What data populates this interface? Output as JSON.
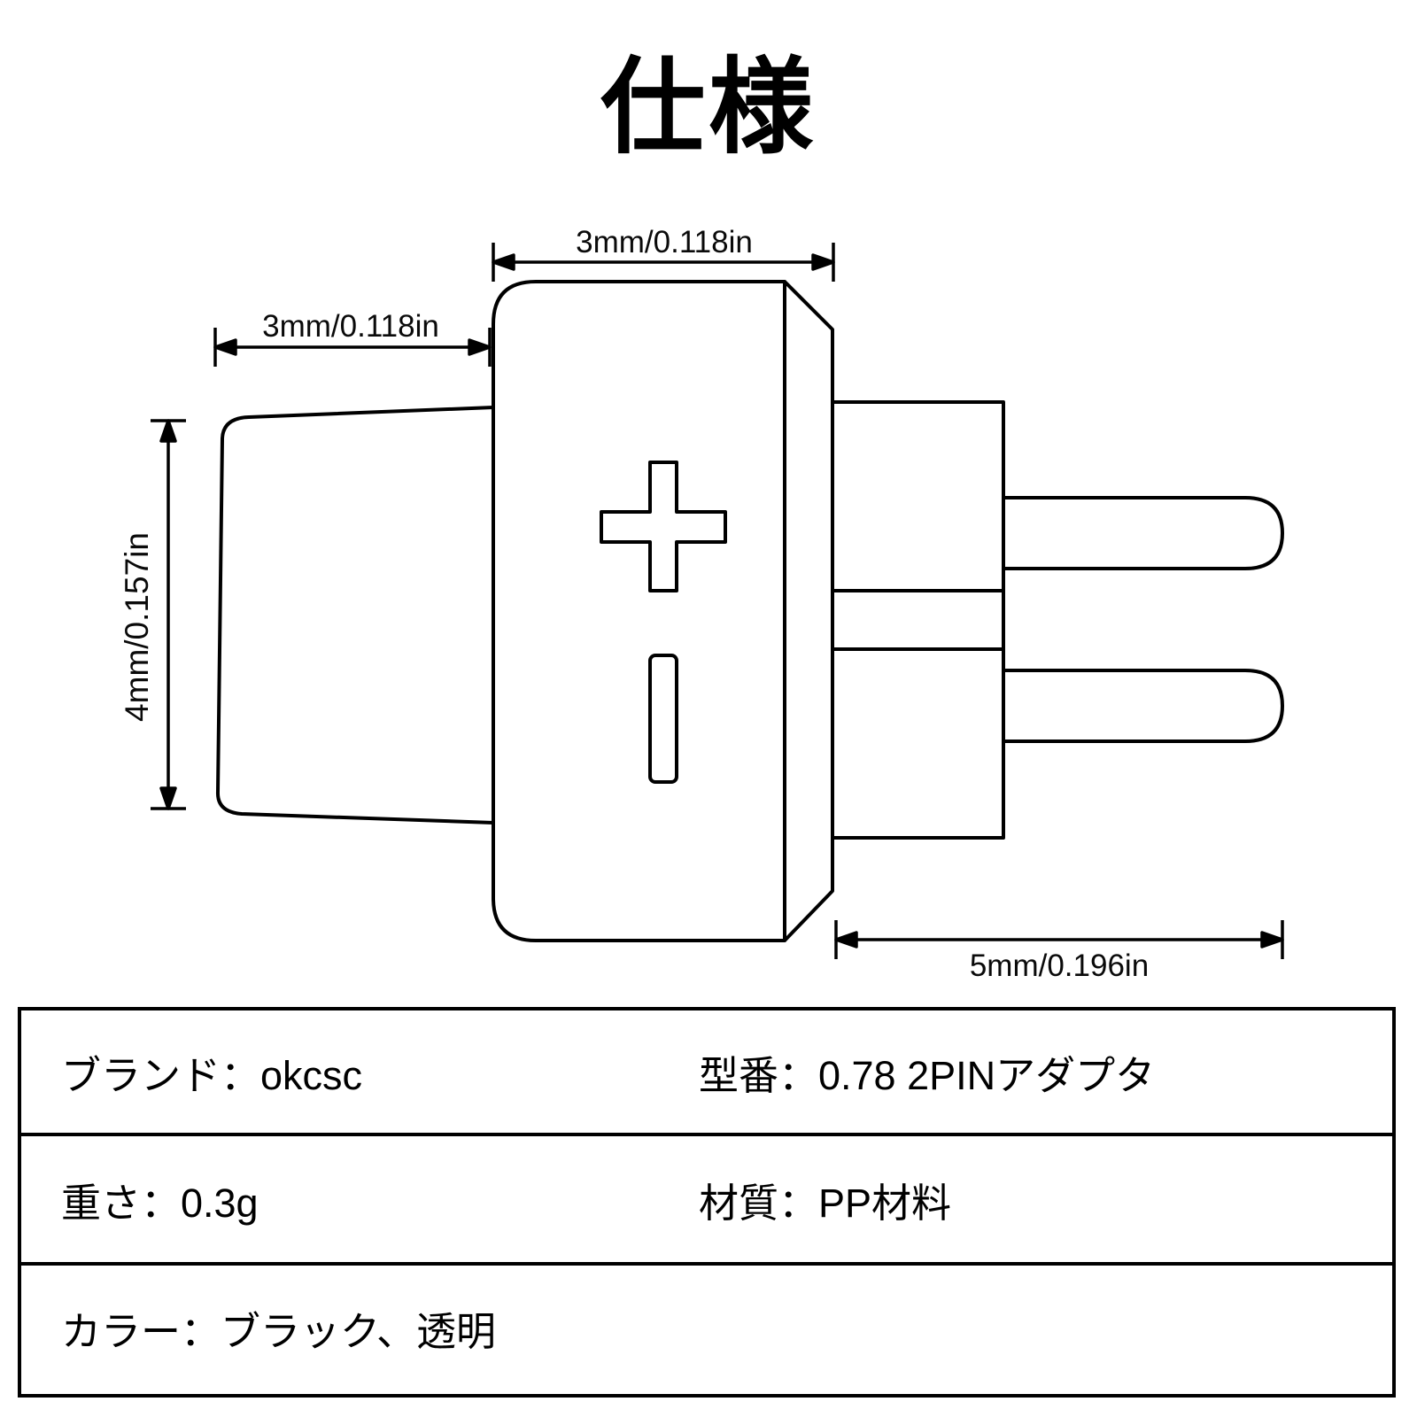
{
  "title": "仕様",
  "diagram": {
    "dims": {
      "body_width_top": "3mm/0.118in",
      "cap_width_left": "3mm/0.118in",
      "cap_height_left": "4mm/0.157in",
      "pin_length_bottom": "5mm/0.196in"
    },
    "symbols": {
      "positive_marking": "+",
      "negative_marking": "−"
    },
    "colors": {
      "line": "#000000",
      "background": "#ffffff"
    }
  },
  "table": {
    "rows": [
      {
        "left": "ブランド：okcsc",
        "right": "型番：0.78 2PINアダプタ"
      },
      {
        "left": "重さ：0.3g",
        "right": "材質：PP材料"
      },
      {
        "left": "カラー：ブラック、透明",
        "right": ""
      }
    ]
  }
}
